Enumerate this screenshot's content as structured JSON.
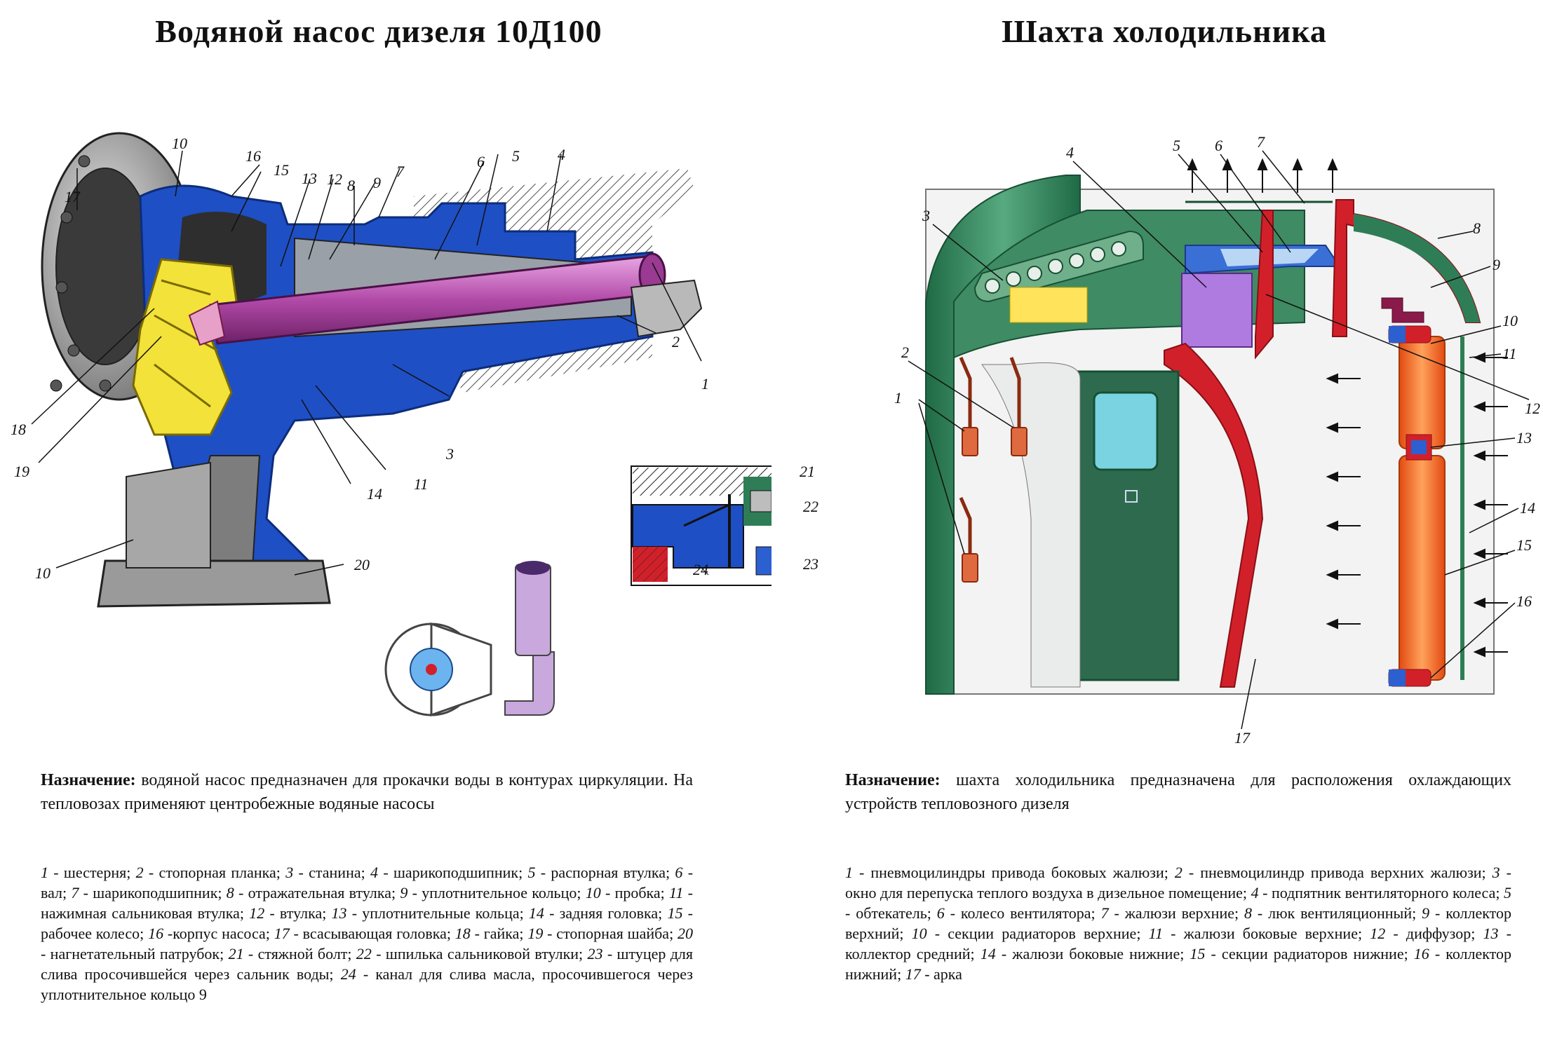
{
  "left": {
    "title": "Водяной насос дизеля 10Д100",
    "purpose_label": "Назначение:",
    "purpose_text": " водяной насос предназначен для прокачки воды в контурах циркуляции. На тепловозах применяют центробежные водяные насосы",
    "labels": [
      "1",
      "2",
      "3",
      "4",
      "5",
      "6",
      "7",
      "8",
      "9",
      "10",
      "11",
      "12",
      "13",
      "14",
      "15",
      "16",
      "17",
      "18",
      "19",
      "10",
      "20",
      "21",
      "22",
      "23",
      "24"
    ],
    "legend": [
      {
        "n": "1",
        "t": " - шестерня; "
      },
      {
        "n": "2",
        "t": " - стопорная планка; "
      },
      {
        "n": "3",
        "t": " - станина; "
      },
      {
        "n": "4",
        "t": " - шарикоподшипник; "
      },
      {
        "n": "5",
        "t": " - распорная втулка; "
      },
      {
        "n": "6",
        "t": " - вал; "
      },
      {
        "n": "7",
        "t": " - шарикоподшипник; "
      },
      {
        "n": "8",
        "t": " - отражательная втулка; "
      },
      {
        "n": "9",
        "t": " - уплотнительное кольцо; "
      },
      {
        "n": "10",
        "t": " - пробка; "
      },
      {
        "n": "11",
        "t": " - нажимная сальниковая втулка; "
      },
      {
        "n": "12",
        "t": " - втулка; "
      },
      {
        "n": "13",
        "t": " - уплотнительные кольца; "
      },
      {
        "n": "14",
        "t": " - задняя головка; "
      },
      {
        "n": "15",
        "t": " - рабочее колесо; "
      },
      {
        "n": "16",
        "t": " -корпус насоса; "
      },
      {
        "n": "17",
        "t": " - всасывающая головка; "
      },
      {
        "n": "18",
        "t": " - гайка; "
      },
      {
        "n": "19",
        "t": " - стопорная шайба; "
      },
      {
        "n": "20",
        "t": " - нагнетательный патрубок; "
      },
      {
        "n": "21",
        "t": " - стяжной болт; "
      },
      {
        "n": "22",
        "t": " - шпилька сальниковой втулки; "
      },
      {
        "n": "23",
        "t": " - штуцер для слива просочившейся через сальник воды; "
      },
      {
        "n": "24",
        "t": " - канал для слива масла, просочившегося через уплотнительное кольцо 9"
      }
    ]
  },
  "right": {
    "title": "Шахта холодильника",
    "purpose_label": "Назначение:",
    "purpose_text": " шахта холодильника предназначена для расположения охлаждающих устройств тепловозного дизеля",
    "labels": [
      "1",
      "2",
      "3",
      "4",
      "5",
      "6",
      "7",
      "8",
      "9",
      "10",
      "11",
      "12",
      "13",
      "14",
      "15",
      "16",
      "17"
    ],
    "legend": [
      {
        "n": "1",
        "t": " - пневмоцилиндры привода боковых жалюзи; "
      },
      {
        "n": "2",
        "t": " - пневмоцилиндр привода верхних жалюзи; "
      },
      {
        "n": "3",
        "t": " - окно для перепуска теплого воздуха в дизельное помещение; "
      },
      {
        "n": "4",
        "t": " - подпятник вентиляторного колеса; "
      },
      {
        "n": "5",
        "t": " - обтекатель; "
      },
      {
        "n": "6",
        "t": " - колесо вентилятора; "
      },
      {
        "n": "7",
        "t": " - жалюзи верхние; "
      },
      {
        "n": "8",
        "t": " - люк вентиляционный; "
      },
      {
        "n": "9",
        "t": " - коллектор верхний; "
      },
      {
        "n": "10",
        "t": " - секции радиаторов верхние; "
      },
      {
        "n": "11",
        "t": " - жалюзи боковые верхние; "
      },
      {
        "n": "12",
        "t": " - диффузор; "
      },
      {
        "n": "13",
        "t": " - коллектор средний; "
      },
      {
        "n": "14",
        "t": " - жалюзи боковые нижние; "
      },
      {
        "n": "15",
        "t": " - секции радиаторов нижние; "
      },
      {
        "n": "16",
        "t": " - коллектор нижний; "
      },
      {
        "n": "17",
        "t": " - арка"
      }
    ]
  },
  "colors": {
    "housing_blue": "#1f4fc4",
    "shaft_purple": "#b24aa8",
    "impeller_yellow": "#f2e23a",
    "casing_grey": "#8c8c8c",
    "green": "#2f7d57",
    "red": "#d2202a",
    "orange": "#f06a1e"
  }
}
